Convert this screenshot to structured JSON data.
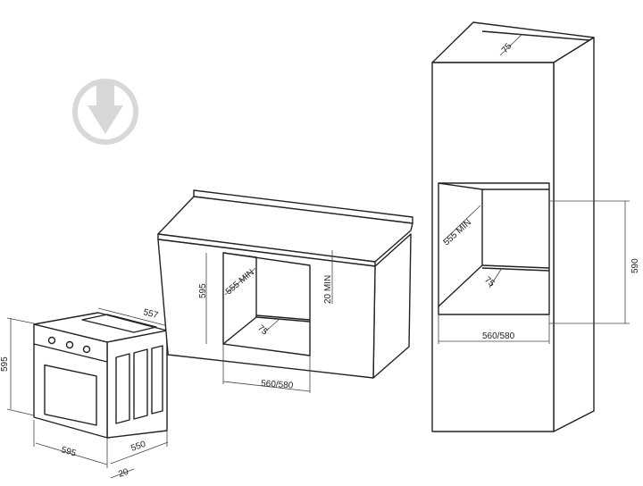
{
  "watermark": {
    "icon": "down-arrow-in-circle-logo",
    "color": "#d8d8d8"
  },
  "oven": {
    "height": "595",
    "width": "595",
    "depth_top": "557",
    "depth_side": "550",
    "front_offset": "20"
  },
  "under_counter": {
    "niche_height": "595",
    "niche_depth": "555 MIN",
    "top_gap": "20 MIN",
    "vent": "75",
    "niche_width": "560/580"
  },
  "tall_cabinet": {
    "top_vent": "75",
    "niche_depth": "555 MIN",
    "bottom_vent": "75",
    "niche_height": "590",
    "niche_width": "560/580"
  }
}
